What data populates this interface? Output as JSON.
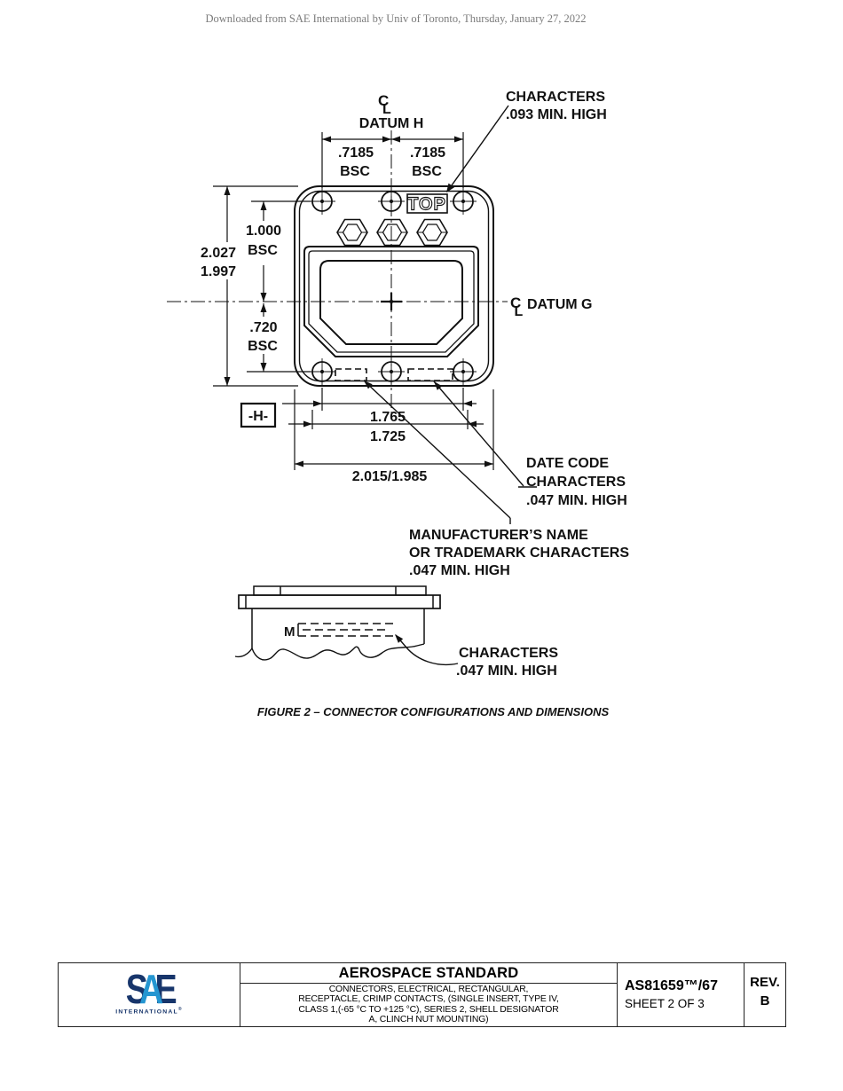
{
  "header": {
    "text": "Downloaded from SAE International by Univ of Toronto, Thursday, January 27, 2022"
  },
  "drawing": {
    "top_datum": {
      "c": "C",
      "l": "L",
      "label": "DATUM H"
    },
    "dim_7185_left": {
      "value": ".7185",
      "suffix": "BSC"
    },
    "dim_7185_right": {
      "value": ".7185",
      "suffix": "BSC"
    },
    "characters_note": {
      "line1": "CHARACTERS",
      "line2": ".093 MIN. HIGH"
    },
    "top_mark": "TOP",
    "height_dim": {
      "line1": "2.027",
      "line2": "1.997"
    },
    "upper_bsc": {
      "line1": "1.000",
      "line2": "BSC"
    },
    "lower_bsc": {
      "line1": ".720",
      "line2": "BSC"
    },
    "datum_g": {
      "c": "C",
      "l": "L",
      "label": "DATUM G"
    },
    "datum_flag": "-H-",
    "dim_1765": "1.765",
    "dim_1725": "1.725",
    "dim_overall": "2.015/1.985",
    "date_code_note": {
      "line1": "DATE CODE",
      "line2": "CHARACTERS",
      "line3": ".047 MIN. HIGH"
    },
    "mfr_note": {
      "line1": "MANUFACTURER’S NAME",
      "line2": "OR TRADEMARK CHARACTERS",
      "line3": ".047 MIN. HIGH"
    },
    "side_m": "M",
    "side_note": {
      "line1": "CHARACTERS",
      "line2": ".047 MIN. HIGH"
    },
    "caption": "FIGURE 2 – CONNECTOR CONFIGURATIONS AND DIMENSIONS"
  },
  "footer": {
    "logo": {
      "s": "S",
      "a": "A",
      "e": "E",
      "subtitle": "INTERNATIONAL",
      "reg": "®"
    },
    "title": "AEROSPACE STANDARD",
    "subtitle_lines": [
      "CONNECTORS, ELECTRICAL, RECTANGULAR,",
      "RECEPTACLE, CRIMP CONTACTS, (SINGLE INSERT, TYPE IV,",
      "CLASS 1,(-65 °C TO +125 °C), SERIES 2, SHELL DESIGNATOR",
      "A, CLINCH NUT MOUNTING)"
    ],
    "doc_number": "AS81659™/67",
    "sheet": "SHEET 2 OF 3",
    "rev_label": "REV.",
    "rev_value": "B"
  },
  "colors": {
    "sae_navy": "#17356b",
    "sae_blue": "#2596d1",
    "line": "#111111"
  }
}
